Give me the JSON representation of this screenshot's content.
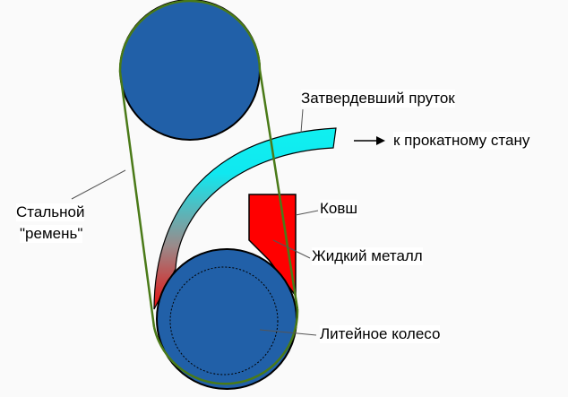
{
  "labels": {
    "solid_bar": "Затвердевший пруток",
    "to_mill": "к прокатному стану",
    "ladle": "Ковш",
    "liquid_metal": "Жидкий металл",
    "casting_wheel": "Литейное колесо",
    "belt_line1": "Стальной",
    "belt_line2": "\"ремень\""
  },
  "colors": {
    "wheel": "#2160a8",
    "belt": "#4a7a18",
    "metal": "#ff0000",
    "solid": "#10eef0"
  }
}
